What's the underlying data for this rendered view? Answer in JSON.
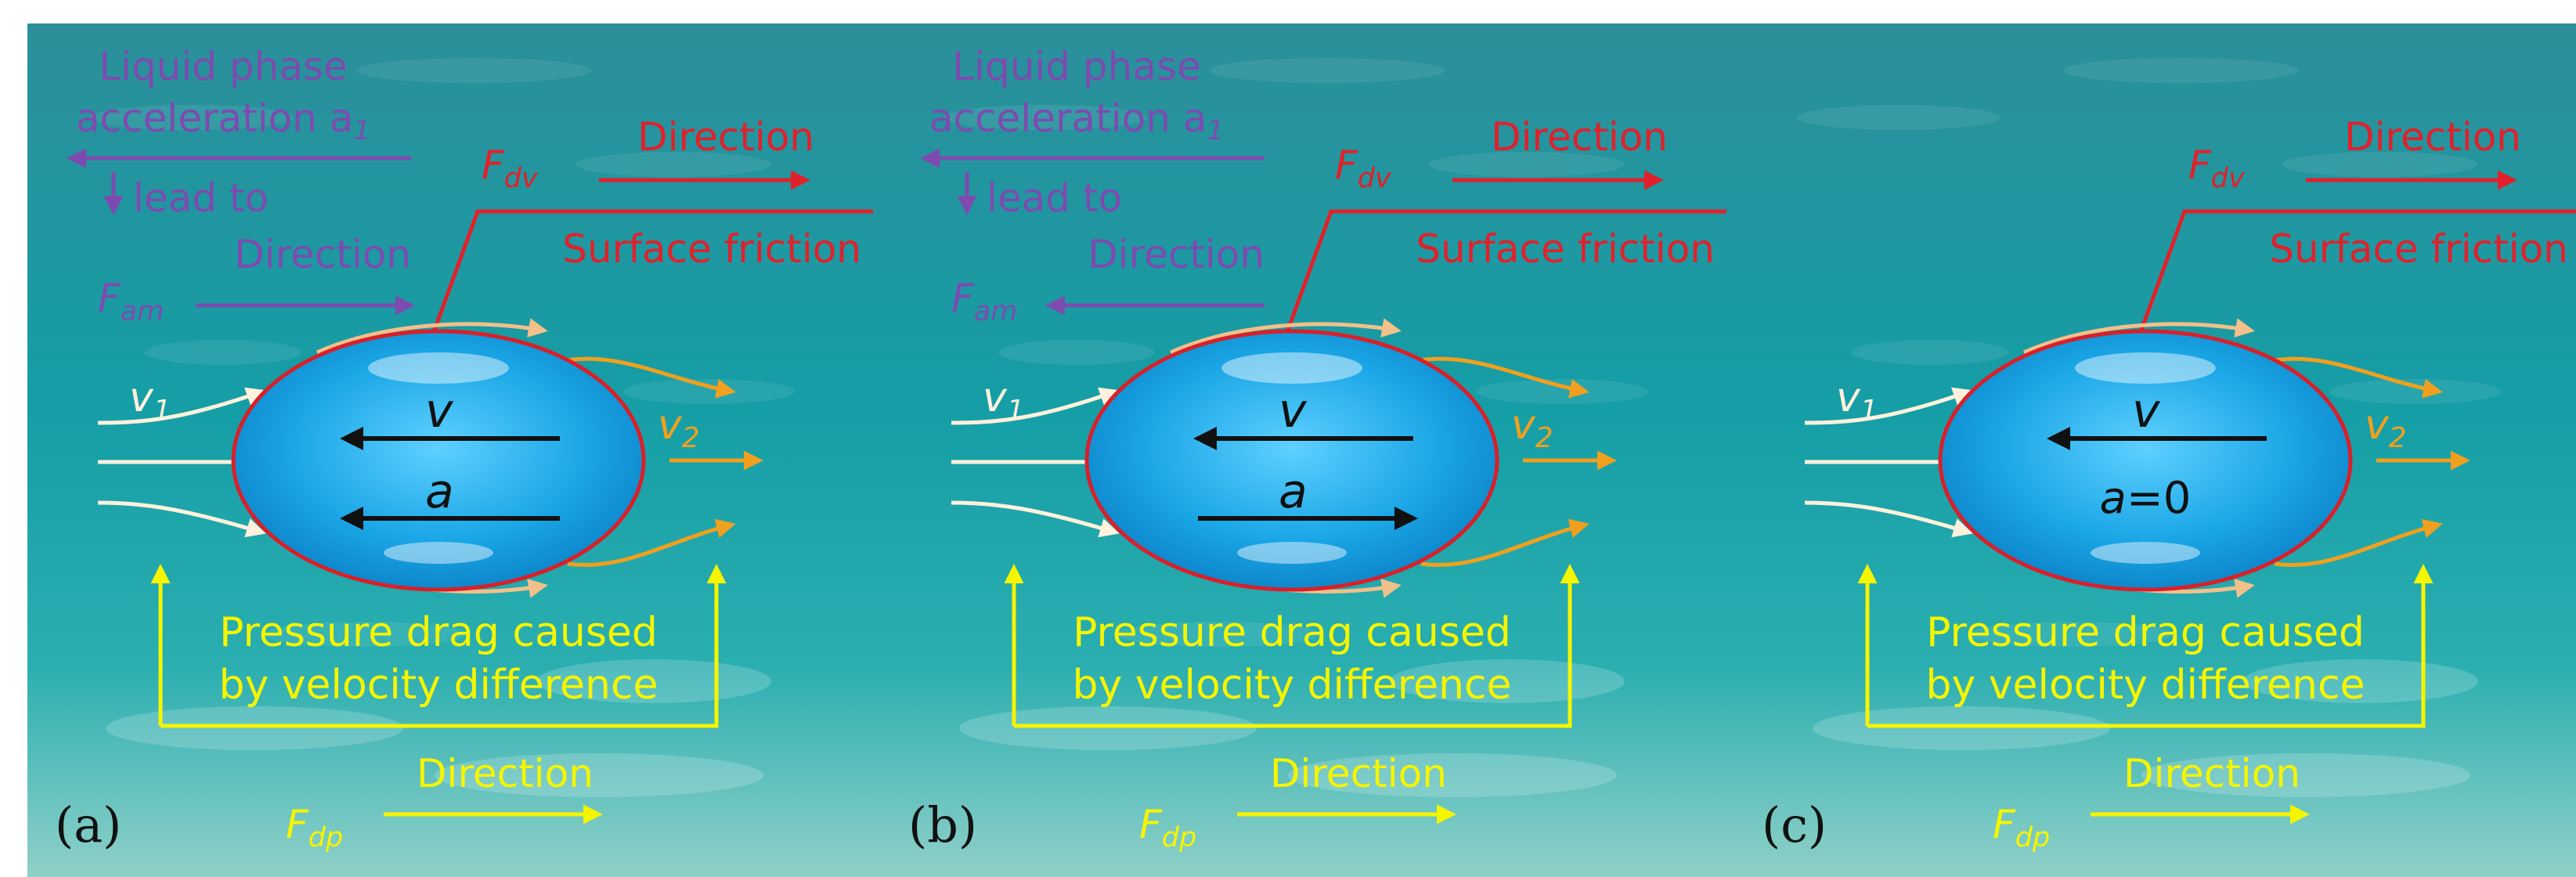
{
  "colors": {
    "purple": "#7d4bb0",
    "red": "#e0212b",
    "yellow": "#f5f500",
    "orange": "#f0a01e",
    "light_orange": "#f2c08a",
    "cream": "#fff1dc",
    "bubble": "#1ea8e3",
    "bubble_outline": "#d8202a",
    "black": "#111111",
    "water_top": "#2e9aa1",
    "water_mid": "#1aa3a9",
    "water_bottom": "#6fc5c2"
  },
  "panels": [
    {
      "label": "(a)",
      "show_added_mass": true,
      "added_mass_title_line1": "Liquid phase",
      "added_mass_title_line2": "acceleration a",
      "added_mass_subscript": "1",
      "lead_to": "lead to",
      "added_mass_force": "F",
      "added_mass_force_sub": "am",
      "added_mass_direction_label": "Direction",
      "added_mass_direction": "right",
      "viscous_force": "F",
      "viscous_force_sub": "dv",
      "viscous_direction_label": "Direction",
      "surface_friction": "Surface friction",
      "v1_symbol": "v",
      "v1_sub": "1",
      "v2_symbol": "v",
      "v2_sub": "2",
      "velocity_label": "v",
      "acceleration_label": "a",
      "acceleration_direction": "left",
      "pressure_drag_line1": "Pressure drag caused",
      "pressure_drag_line2": "by velocity difference",
      "pressure_force": "F",
      "pressure_force_sub": "dp",
      "pressure_direction_label": "Direction"
    },
    {
      "label": "(b)",
      "show_added_mass": true,
      "added_mass_title_line1": "Liquid phase",
      "added_mass_title_line2": "acceleration a",
      "added_mass_subscript": "1",
      "lead_to": "lead to",
      "added_mass_force": "F",
      "added_mass_force_sub": "am",
      "added_mass_direction_label": "Direction",
      "added_mass_direction": "left",
      "viscous_force": "F",
      "viscous_force_sub": "dv",
      "viscous_direction_label": "Direction",
      "surface_friction": "Surface friction",
      "v1_symbol": "v",
      "v1_sub": "1",
      "v2_symbol": "v",
      "v2_sub": "2",
      "velocity_label": "v",
      "acceleration_label": "a",
      "acceleration_direction": "right",
      "pressure_drag_line1": "Pressure drag caused",
      "pressure_drag_line2": "by velocity difference",
      "pressure_force": "F",
      "pressure_force_sub": "dp",
      "pressure_direction_label": "Direction"
    },
    {
      "label": "(c)",
      "show_added_mass": false,
      "viscous_force": "F",
      "viscous_force_sub": "dv",
      "viscous_direction_label": "Direction",
      "surface_friction": "Surface friction",
      "v1_symbol": "v",
      "v1_sub": "1",
      "v2_symbol": "v",
      "v2_sub": "2",
      "velocity_label": "v",
      "acceleration_label": "a",
      "acceleration_value": "=0",
      "acceleration_direction": "none",
      "pressure_drag_line1": "Pressure drag caused",
      "pressure_drag_line2": "by velocity difference",
      "pressure_force": "F",
      "pressure_force_sub": "dp",
      "pressure_direction_label": "Direction"
    }
  ]
}
